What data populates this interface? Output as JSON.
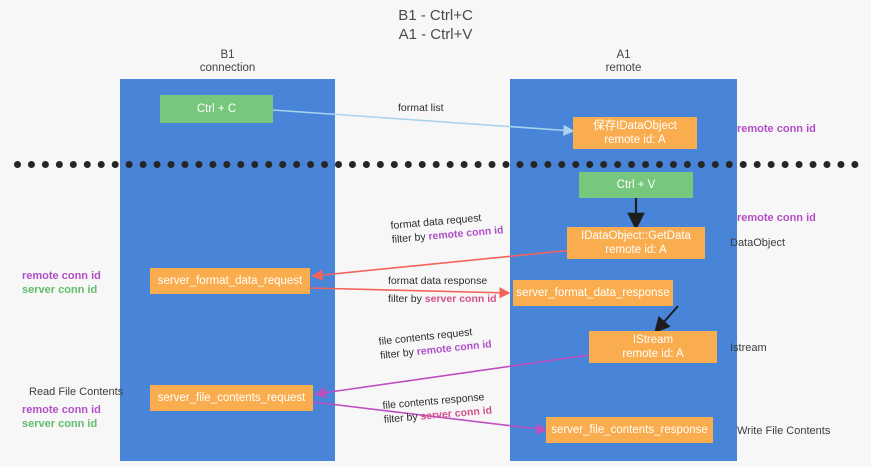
{
  "title": "B1 - Ctrl+C\nA1 - Ctrl+V",
  "lanes": [
    {
      "name": "lane-b1",
      "header": "B1\nconnection"
    },
    {
      "name": "lane-a1",
      "header": "A1\nremote"
    }
  ],
  "boxes": {
    "ctrl_c": "Ctrl + C",
    "ctrl_v": "Ctrl + V",
    "save_idataobject": "保存IDataObject\nremote id: A",
    "getdata": "IDataObject::GetData\nremote id: A",
    "istream": "IStream\nremote id: A",
    "server_format_data_request": "server_format_data_request",
    "server_format_data_response": "server_format_data_response",
    "server_file_contents_request": "server_file_contents_request",
    "server_file_contents_response": "server_file_contents_response"
  },
  "edge_labels": {
    "format_list": "format list",
    "format_data_request": "format data request",
    "format_data_request_filter_prefix": "filter by ",
    "format_data_request_filter_value": "remote conn id",
    "format_data_response": "format data response",
    "format_data_response_filter_prefix": "filter by ",
    "format_data_response_filter_value": "server conn id",
    "file_contents_request": "file contents request",
    "file_contents_request_filter_prefix": "filter by ",
    "file_contents_request_filter_value": "remote conn id",
    "file_contents_response": "file contents response",
    "file_contents_response_filter_prefix": "filter by ",
    "file_contents_response_filter_value": "server conn id"
  },
  "right_notes": {
    "remote_conn_id_top": "remote conn id",
    "remote_conn_id_mid": "remote conn id",
    "data_object": "DataObject",
    "istream": "Istream",
    "write_file_contents": "Write File Contents"
  },
  "left_notes": {
    "remote_conn_id": "remote conn id",
    "server_conn_id": "server conn id",
    "read_file_contents": "Read File Contents",
    "remote_conn_id_2": "remote conn id",
    "server_conn_id_2": "server conn id"
  },
  "colors": {
    "lane": "#4885d9",
    "green": "#77c77c",
    "orange": "#f9ad4e",
    "purple": "#b24fc8",
    "green_text": "#63bd6c",
    "arrow_blue": "#a8d4f0",
    "arrow_red": "#f4645a",
    "arrow_magenta": "#c04fc0",
    "arrow_black": "#1d1d1d",
    "background": "#f7f7f7"
  }
}
